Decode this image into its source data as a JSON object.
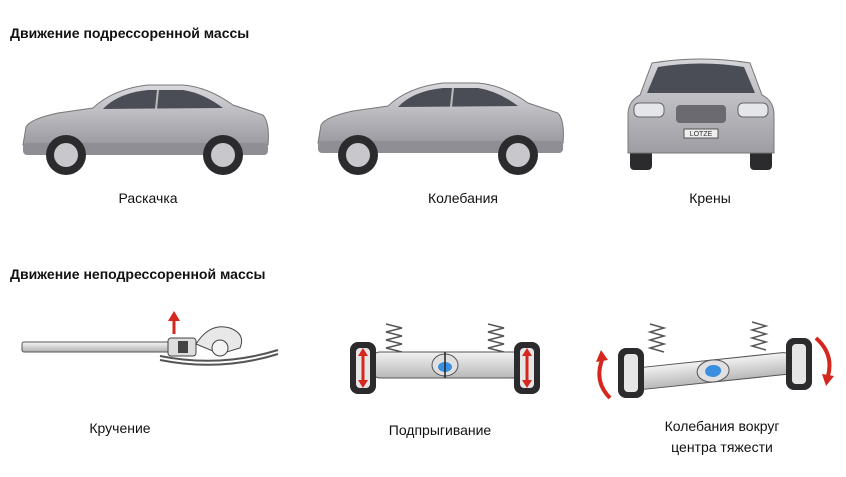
{
  "sections": {
    "sprung": {
      "heading": "Движение подрессоренной массы",
      "items": [
        {
          "caption": "Раскачка",
          "icon": "car-side-pitch-icon"
        },
        {
          "caption": "Колебания",
          "icon": "car-side-bounce-icon"
        },
        {
          "caption": "Крены",
          "icon": "car-front-roll-icon"
        }
      ]
    },
    "unsprung": {
      "heading": "Движение неподрессоренной массы",
      "items": [
        {
          "caption": "Кручение",
          "icon": "axle-windup-icon"
        },
        {
          "caption": "Подпрыгивание",
          "icon": "axle-hop-icon"
        },
        {
          "caption_line1": "Колебания вокруг",
          "caption_line2": "центра тяжести",
          "icon": "axle-tramp-icon"
        }
      ]
    }
  },
  "colors": {
    "car_body": "#b9b9be",
    "car_dark": "#3a3a3d",
    "arrow_red": "#d6271f",
    "hub_blue": "#3b8fe0"
  }
}
